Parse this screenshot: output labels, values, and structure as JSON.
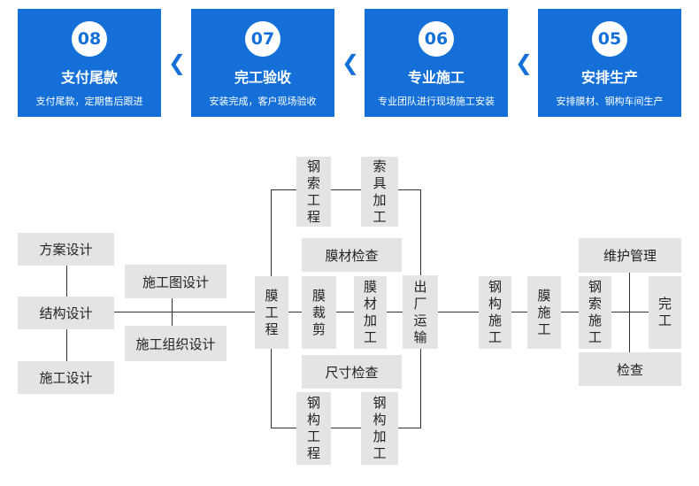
{
  "steps": [
    {
      "num": "08",
      "title": "支付尾款",
      "desc": "支付尾款，定期售后跟进"
    },
    {
      "num": "07",
      "title": "完工验收",
      "desc": "安装完成，客户现场验收"
    },
    {
      "num": "06",
      "title": "专业施工",
      "desc": "专业团队进行现场施工安装"
    },
    {
      "num": "05",
      "title": "安排生产",
      "desc": "安排膜材、钢构车间生产"
    }
  ],
  "chevron": "❮",
  "flow": {
    "fangan": "方案设计",
    "jiegou": "结构设计",
    "shigong_design": "施工设计",
    "shigongtu": "施工图设计",
    "shigong_zuzhi": "施工组织设计",
    "mogongcheng": "膜工程",
    "gangsuo_gongcheng": "钢索工程",
    "suoju_jiagong": "索具加工",
    "mocai_jiancha": "膜材检查",
    "mocaijian": "膜裁剪",
    "mocai_jiagong": "膜材加工",
    "chicun_jiancha": "尺寸检查",
    "gangou_gongcheng": "钢构工程",
    "gangou_jiagong": "钢构加工",
    "chuchang_yunshu": "出厂运输",
    "gangou_shigong": "钢构施工",
    "mo_shigong": "膜施工",
    "gangsuo_shigong": "钢索施工",
    "weihu_guanli": "维护管理",
    "jiancha": "检查",
    "wangong": "完工"
  },
  "colors": {
    "accent": "#1470d8",
    "box": "#e4e4e4",
    "line": "#333333"
  }
}
